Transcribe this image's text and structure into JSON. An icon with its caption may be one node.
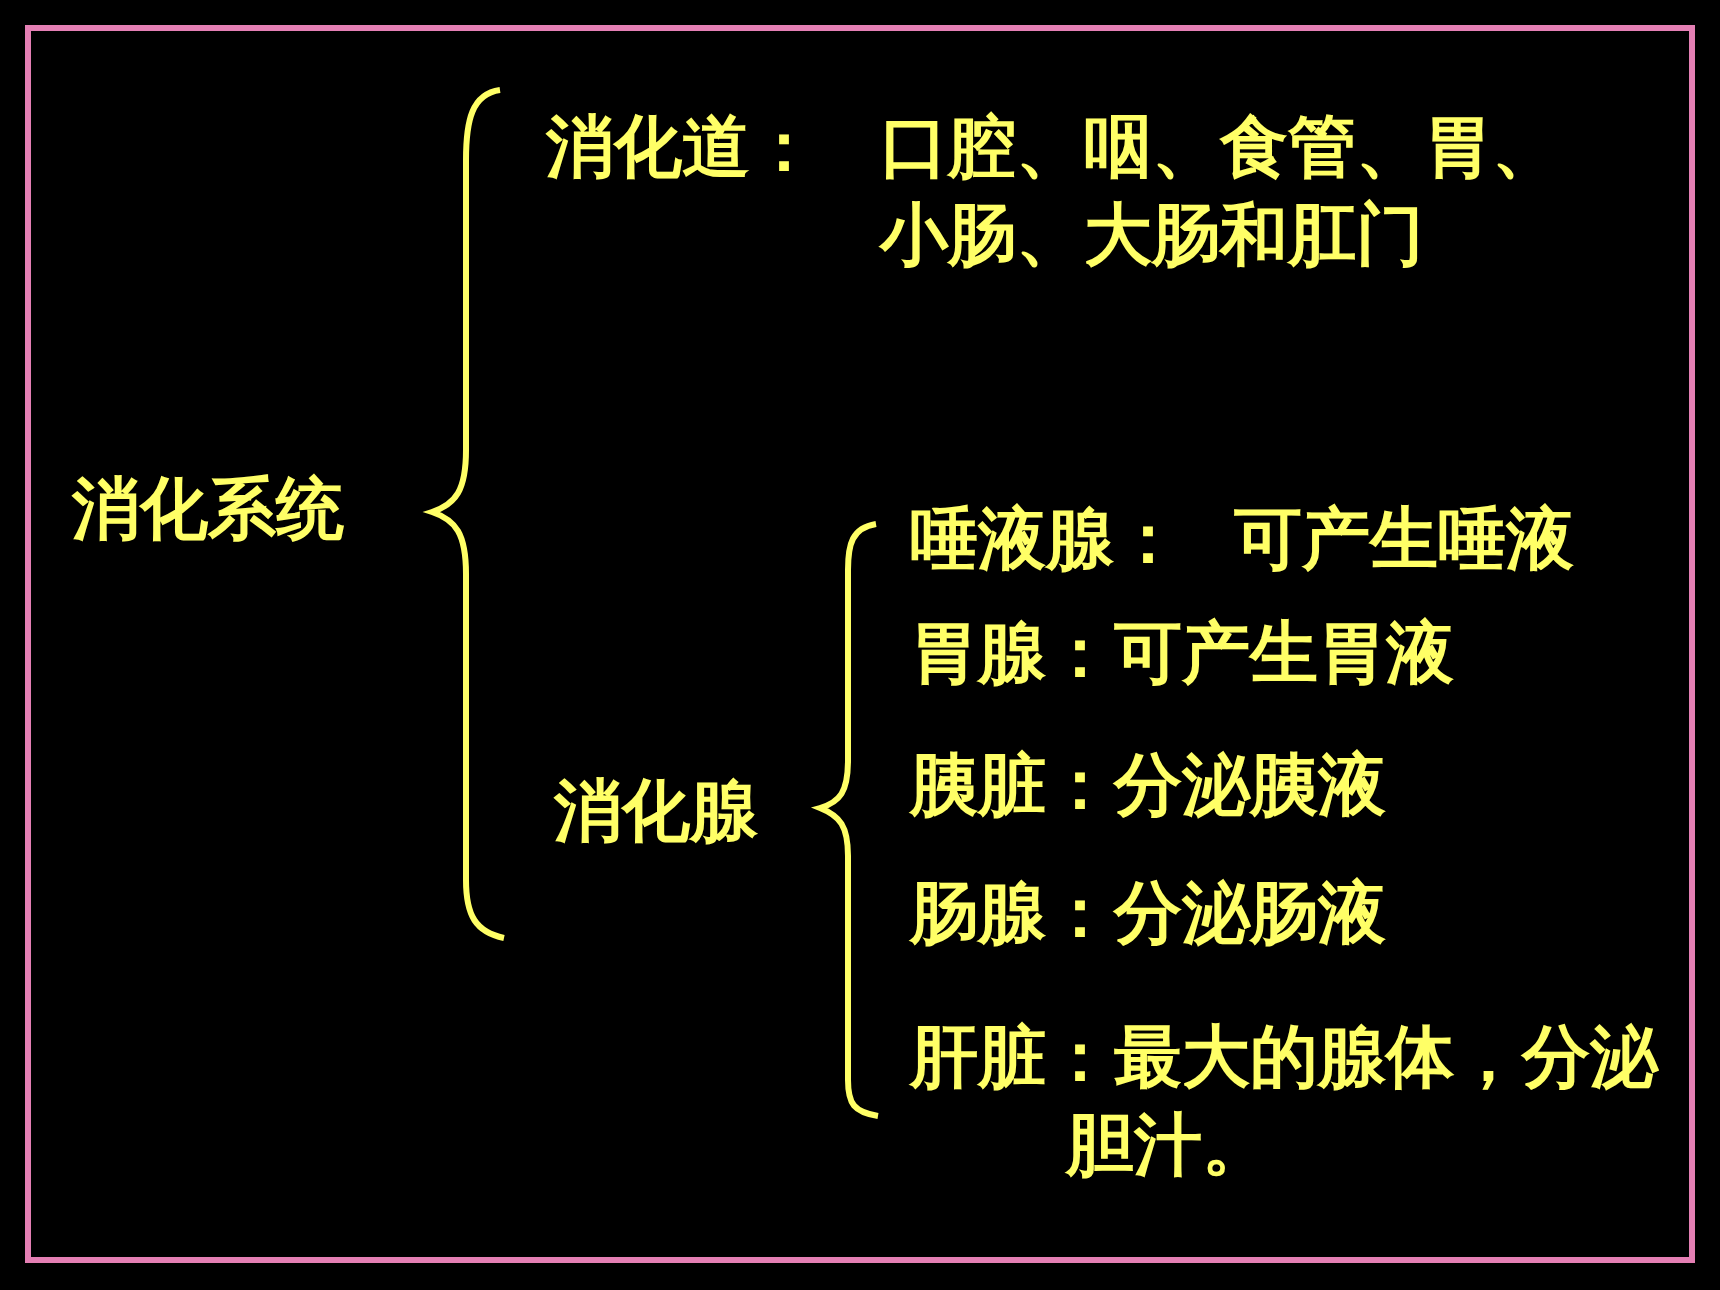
{
  "diagram": {
    "labels": [
      "消化道：",
      "口腔、咽、食管、胃、小肠、大肠和肛门",
      "消化系统",
      "唾液腺：",
      "可产生唾液",
      "胃腺：可产生胃液",
      "消化腺",
      "胰脏：分泌胰液",
      "肠腺：分泌肠液",
      "肝脏：最大的腺体，分泌胆汁。"
    ]
  }
}
